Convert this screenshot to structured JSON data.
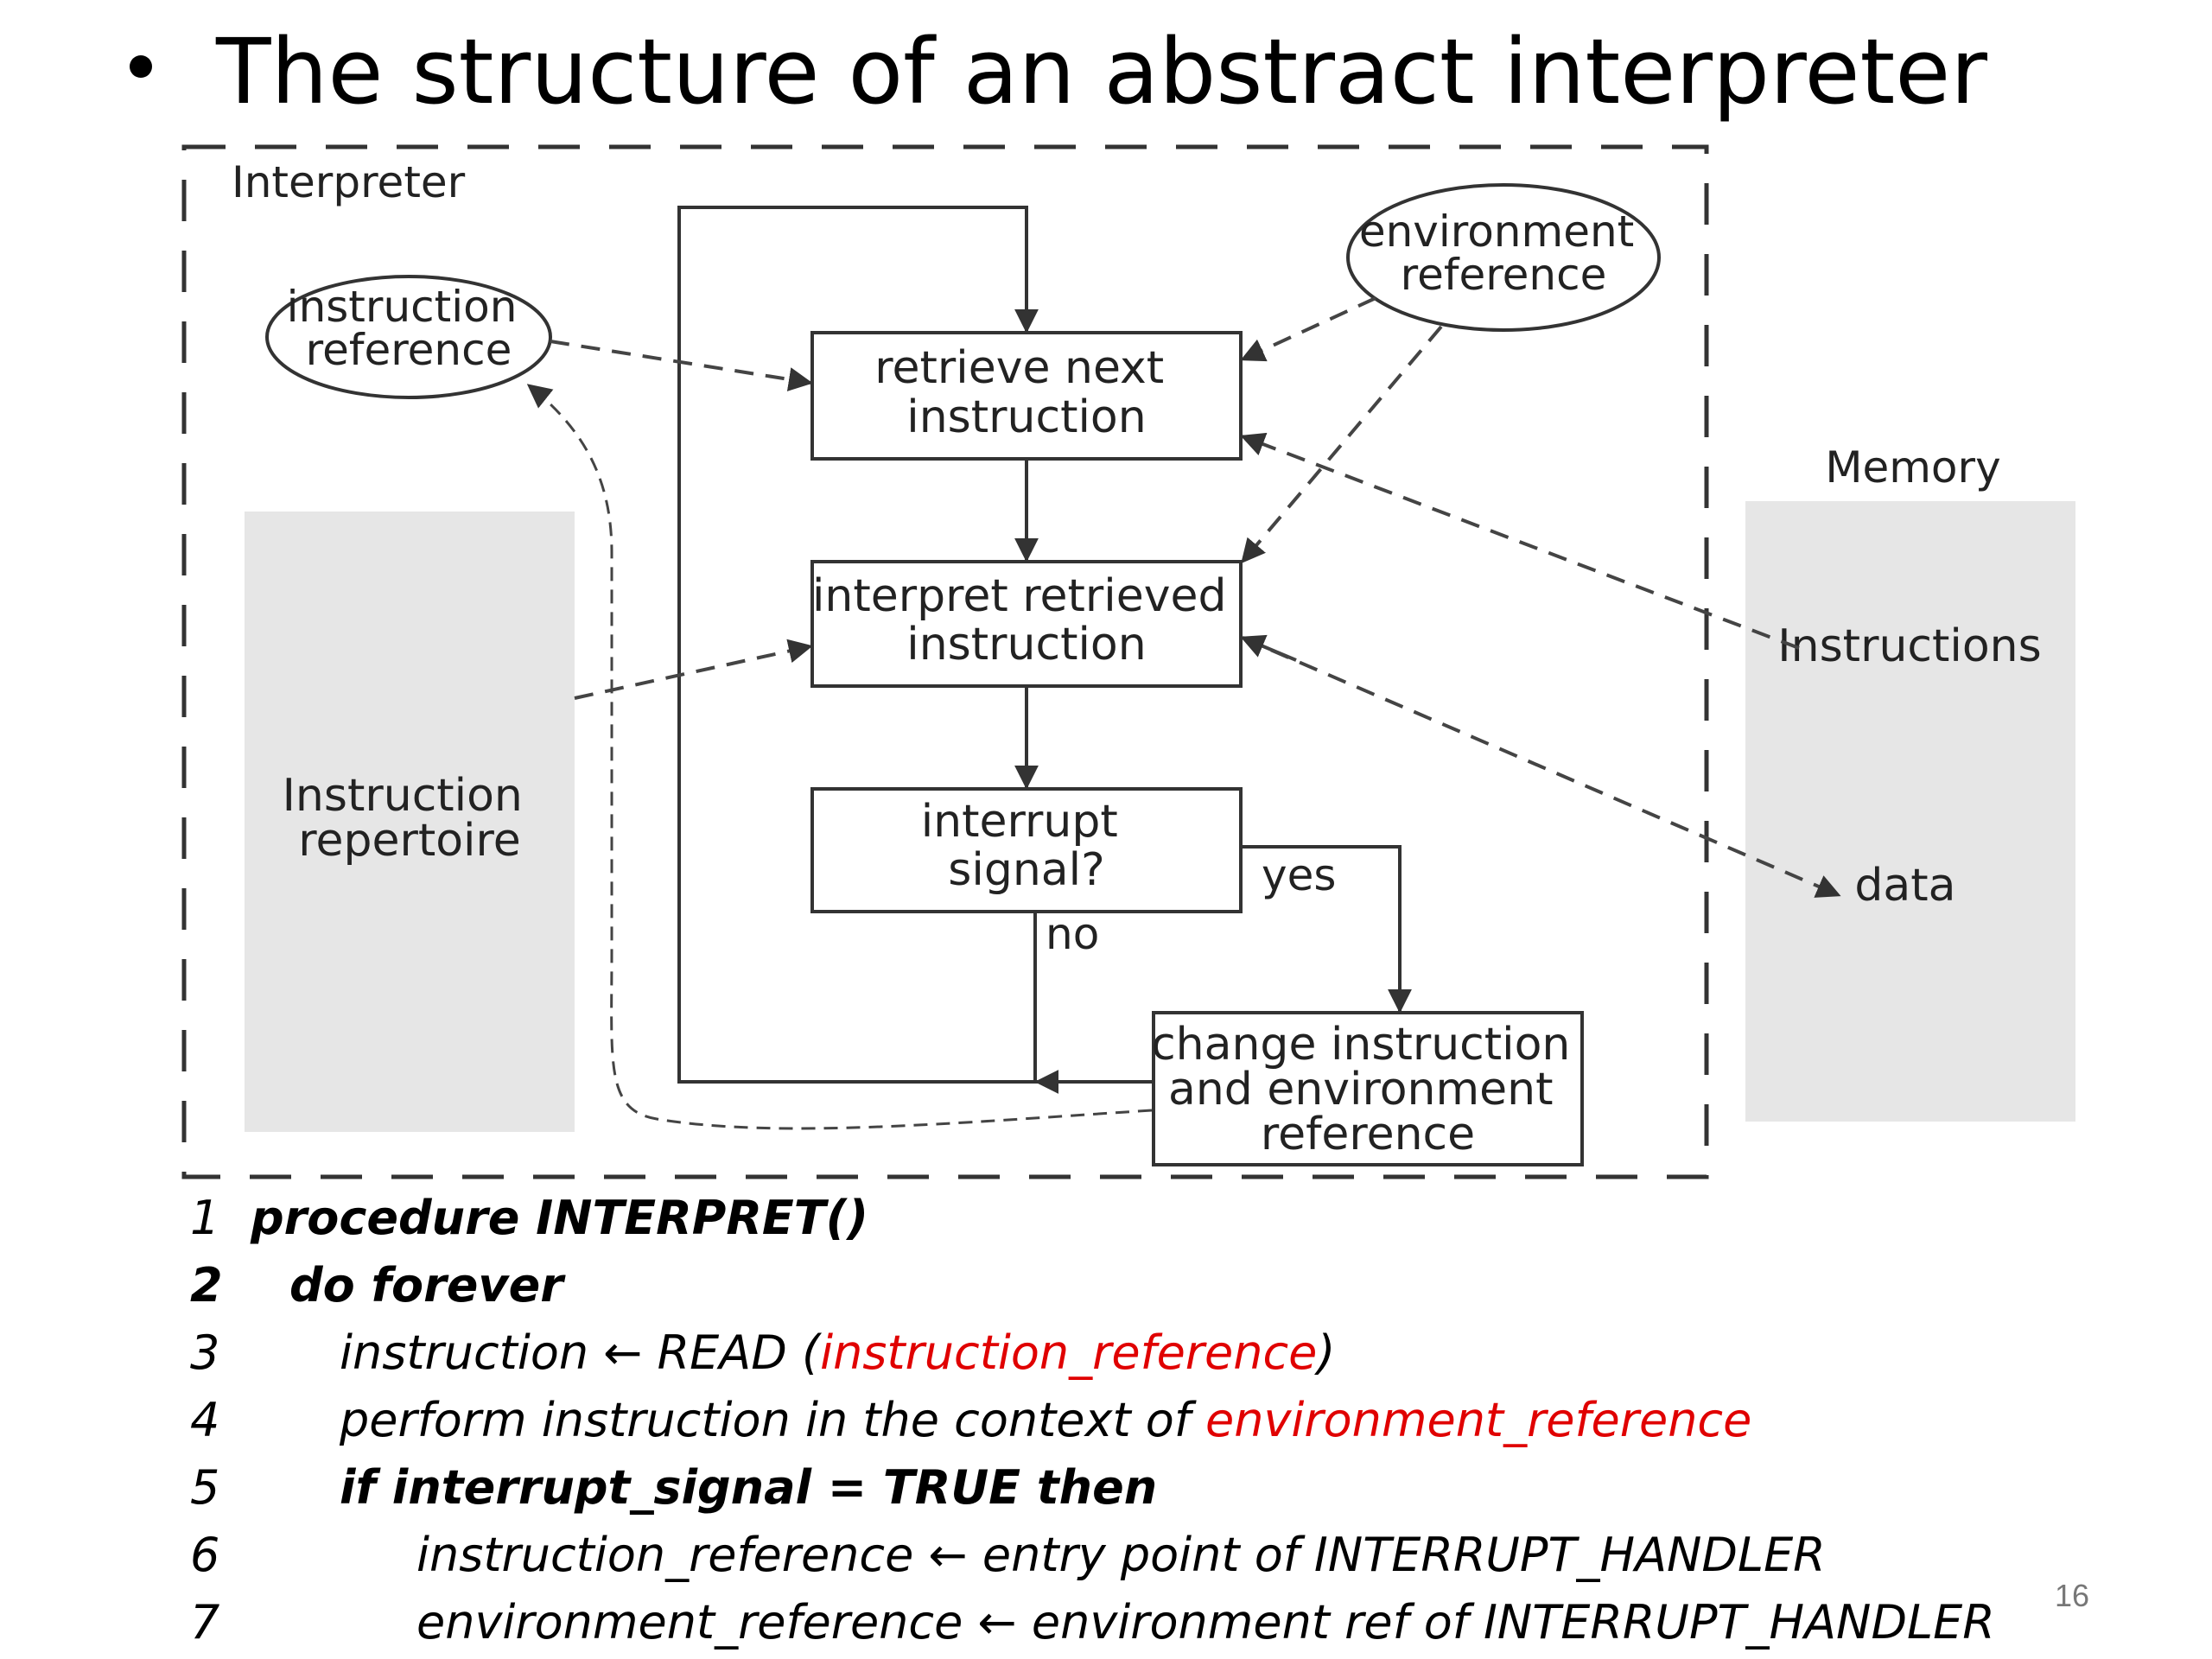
{
  "title": "The structure of an abstract interpreter",
  "diagram": {
    "interpreter_label": "Interpreter",
    "memory_label": "Memory",
    "instruction_reference": [
      "instruction",
      "reference"
    ],
    "environment_reference": [
      "environment",
      "reference"
    ],
    "instruction_repertoire": [
      "Instruction",
      "repertoire"
    ],
    "retrieve_box": [
      "retrieve next",
      "instruction"
    ],
    "interpret_box": [
      "interpret retrieved",
      "instruction"
    ],
    "interrupt_box": [
      "interrupt",
      "signal?"
    ],
    "change_box": [
      "change instruction",
      "and environment",
      "reference"
    ],
    "yes_label": "yes",
    "no_label": "no",
    "memory_instructions": "Instructions",
    "memory_data": "data"
  },
  "code": {
    "l1_num": "1",
    "l1_text": "procedure INTERPRET()",
    "l2_num": "2",
    "l2_text": "do forever",
    "l3_num": "3",
    "l3_pre": "instruction ← READ (",
    "l3_red": "instruction_reference",
    "l3_post": ")",
    "l4_num": "4",
    "l4_pre": "perform instruction in the context of ",
    "l4_red": "environment_reference",
    "l5_num": "5",
    "l5_text": "if interrupt_signal = TRUE then",
    "l6_num": "6",
    "l6_text": "instruction_reference ← entry point of INTERRUPT_HANDLER",
    "l7_num": "7",
    "l7_text": "environment_reference ← environment ref of INTERRUPT_HANDLER"
  },
  "page_number": "16",
  "colors": {
    "code_highlight": "#e00000",
    "memory_fill": "#e6e6e6",
    "repertoire_fill": "#e6e6e6"
  }
}
